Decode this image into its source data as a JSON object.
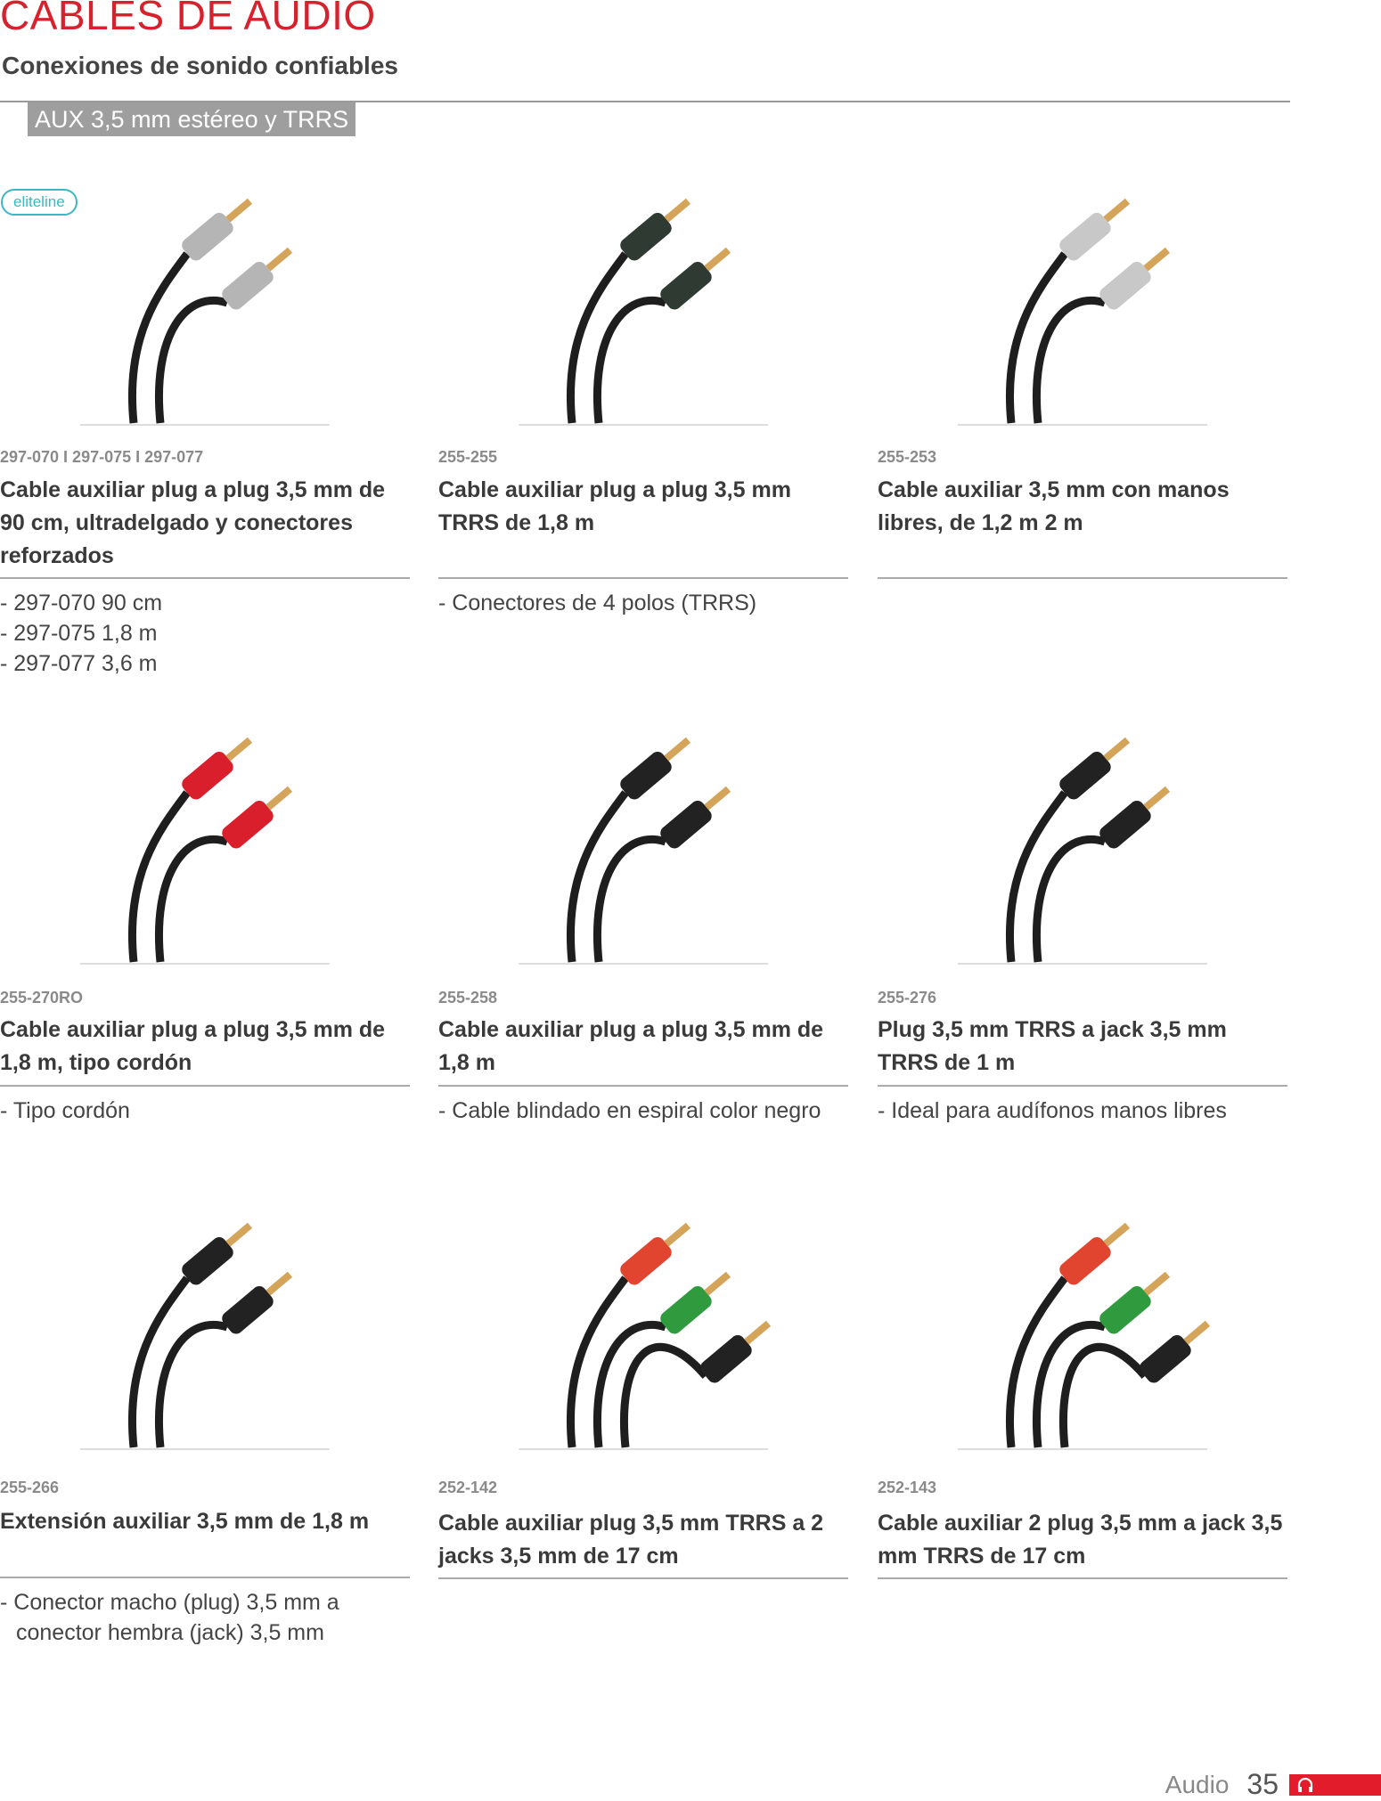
{
  "header": {
    "title": "CABLES DE AUDIO",
    "subtitle": "Conexiones de sonido confiables",
    "section": "AUX 3,5 mm estéreo y TRRS",
    "brand_badge": "eliteline"
  },
  "colors": {
    "accent": "#d7212c",
    "badge": "#9e9e9e",
    "eliteline": "#3bb8c3"
  },
  "products": [
    {
      "code": "297-070  I  297-075  I  297-077",
      "name": "Cable auxiliar plug a plug 3,5 mm de 90 cm, ultradelgado y conectores reforzados",
      "bullets": [
        "- 297-070 90 cm",
        "- 297-075 1,8 m",
        "- 297-077 3,6 m"
      ],
      "plug_colors": [
        "#b5b5b5",
        "#b5b5b5"
      ]
    },
    {
      "code": "255-255",
      "name": "Cable auxiliar plug a plug 3,5 mm TRRS de 1,8 m",
      "bullets": [
        "- Conectores de 4 polos (TRRS)"
      ],
      "plug_colors": [
        "#2f3a33",
        "#2f3a33"
      ]
    },
    {
      "code": "255-253",
      "name": "Cable auxiliar 3,5 mm con manos libres, de 1,2 m 2 m",
      "bullets": [],
      "plug_colors": [
        "#c8c8c8",
        "#c8c8c8"
      ]
    },
    {
      "code": "255-270RO",
      "name": "Cable auxiliar plug a plug 3,5 mm de 1,8 m, tipo cordón",
      "bullets": [
        "- Tipo cordón"
      ],
      "plug_colors": [
        "#d91f2b",
        "#d91f2b"
      ]
    },
    {
      "code": "255-258",
      "name": "Cable auxiliar plug a plug 3,5 mm de 1,8 m",
      "bullets": [
        "- Cable blindado en espiral color negro"
      ],
      "plug_colors": [
        "#222",
        "#222"
      ]
    },
    {
      "code": "255-276",
      "name": "Plug 3,5 mm TRRS a jack 3,5 mm TRRS de 1 m",
      "bullets": [
        "- Ideal para audífonos manos libres"
      ],
      "plug_colors": [
        "#222",
        "#222"
      ]
    },
    {
      "code": "255-266",
      "name": "Extensión auxiliar 3,5 mm de 1,8 m",
      "bullets": [
        "- Conector macho (plug) 3,5 mm a conector hembra (jack) 3,5 mm"
      ],
      "plug_colors": [
        "#222",
        "#222"
      ]
    },
    {
      "code": "252-142",
      "name": "Cable auxiliar plug 3,5 mm TRRS a 2 jacks 3,5 mm de 17 cm",
      "bullets": [],
      "plug_colors": [
        "#e2452f",
        "#2f9a3e",
        "#222"
      ]
    },
    {
      "code": "252-143",
      "name": "Cable auxiliar 2 plug 3,5 mm a jack 3,5 mm TRRS de 17 cm",
      "bullets": [],
      "plug_colors": [
        "#e2452f",
        "#2f9a3e",
        "#222"
      ]
    }
  ],
  "footer": {
    "section": "Audio",
    "page": "35",
    "icon": "headphones-icon"
  }
}
